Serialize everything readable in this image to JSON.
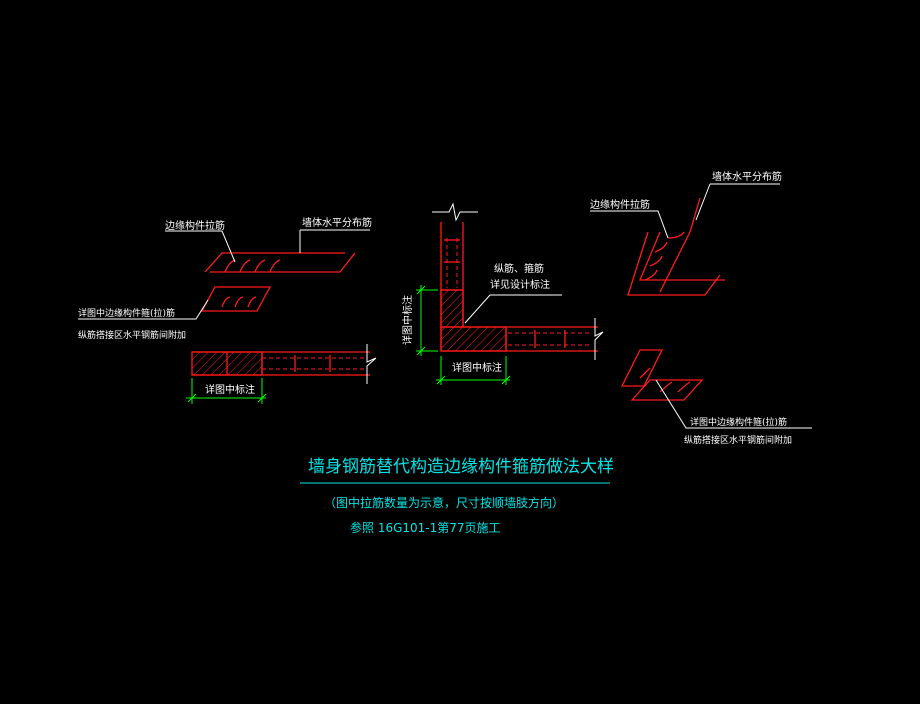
{
  "colors": {
    "background": "#000000",
    "rebar": "#ff1a1a",
    "leader": "#ffffff",
    "dimension": "#00ff00",
    "title": "#00e5e5"
  },
  "left_detail": {
    "label_edge_tie": "边缘构件拉筋",
    "label_wall_horizontal": "墙体水平分布筋",
    "label_note_line1": "详图中边缘构件箍(拉)筋",
    "label_note_line2": "纵筋搭接区水平钢筋间附加",
    "dim_label": "详图中标注"
  },
  "center_detail": {
    "label_rebar_line1": "纵筋、箍筋",
    "label_rebar_line2": "详见设计标注",
    "dim_label_vertical": "详图中标注",
    "dim_label_horizontal": "详图中标注"
  },
  "right_detail": {
    "label_wall_horizontal": "墙体水平分布筋",
    "label_edge_tie": "边缘构件拉筋",
    "label_note_line1": "详图中边缘构件箍(拉)筋",
    "label_note_line2": "纵筋搭接区水平钢筋间附加"
  },
  "footer": {
    "title": "墙身钢筋替代构造边缘构件箍筋做法大样",
    "note1": "（图中拉筋数量为示意，尺寸按顺墙肢方向）",
    "note2": "参照 16G101-1第77页施工"
  }
}
